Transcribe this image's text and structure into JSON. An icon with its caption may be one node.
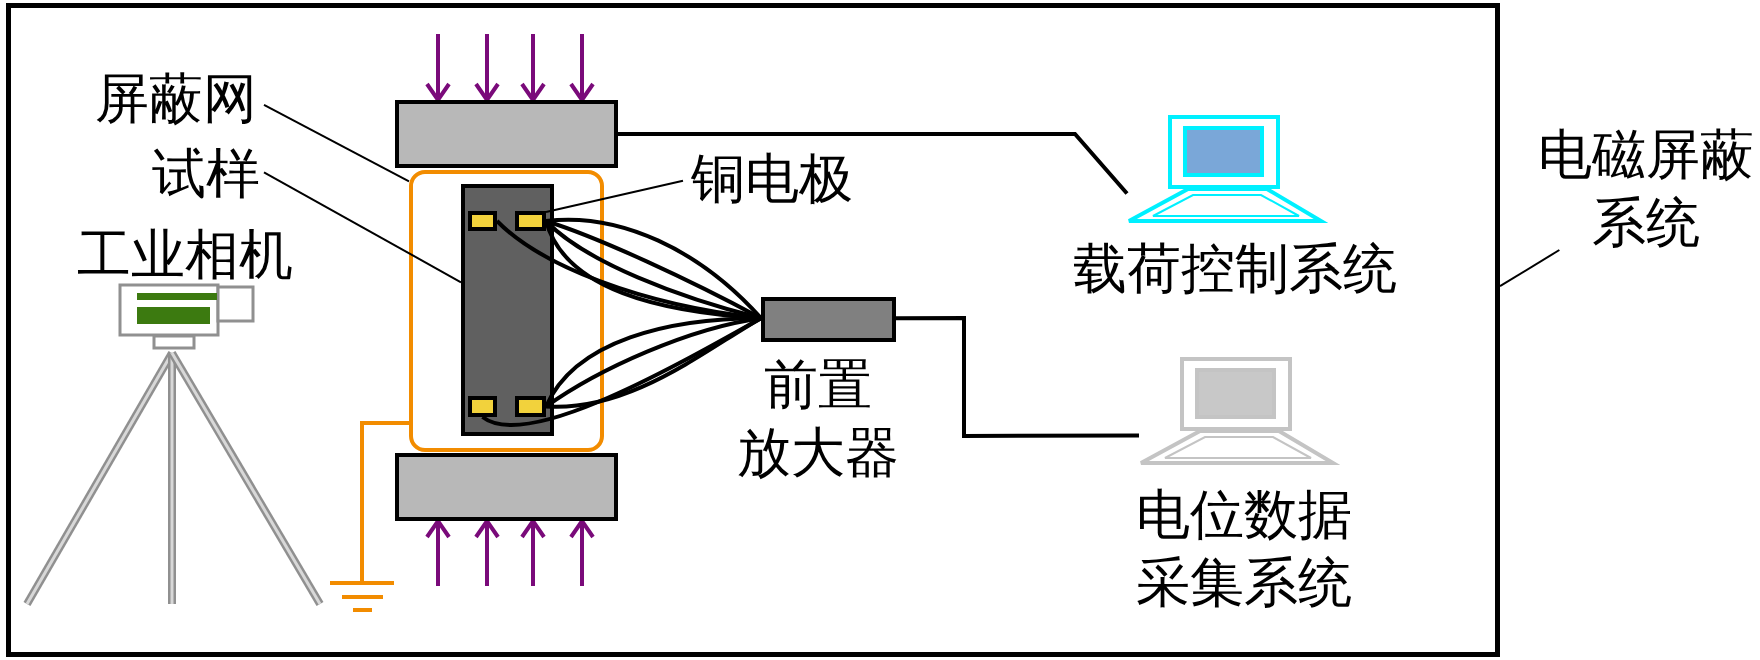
{
  "diagram": {
    "nodes": [
      {
        "text": [],
        "shape": "box"
      },
      {
        "text": [
          "电磁屏蔽系统"
        ]
      },
      {
        "text": [
          "屏蔽网"
        ],
        "in": 0
      },
      {
        "text": [],
        "shape": "box",
        "in": 0
      },
      {
        "text": [
          "试样"
        ],
        "in": 0
      },
      {
        "text": [],
        "shape": "bar",
        "in": 3
      },
      {
        "text": [],
        "shape": "picture",
        "beside": [
          "工业相机"
        ],
        "in": 0
      },
      {
        "text": [
          "铜电极"
        ],
        "in": 0
      },
      {
        "text": [],
        "shape": "box",
        "in": 5
      },
      {
        "text": [],
        "shape": "box",
        "in": 5
      },
      {
        "text": [],
        "shape": "box",
        "in": 5
      },
      {
        "text": [],
        "shape": "box",
        "in": 5
      },
      {
        "text": [],
        "shape": "box",
        "in": 0
      },
      {
        "text": [],
        "shape": "box",
        "in": 0
      },
      {
        "text": [],
        "shape": "box",
        "beside": [
          "前置放大器"
        ],
        "in": 0
      },
      {
        "text": [],
        "shape": "picture",
        "beside": [
          "载荷控制系统"
        ],
        "in": 0
      },
      {
        "text": [],
        "shape": "picture",
        "beside": [
          "电位数据采集系统"
        ],
        "in": 0
      }
    ],
    "edges": [
      {
        "from": 1,
        "to": 0,
        "arrow": "none"
      },
      {
        "from": 2,
        "to": 3,
        "arrow": "none"
      },
      {
        "from": 4,
        "to": 5,
        "arrow": "none"
      },
      {
        "from": 7,
        "to": 9,
        "arrow": "none"
      },
      {
        "from": 8,
        "to": 14,
        "arrow": "none"
      },
      {
        "from": 9,
        "to": 14,
        "arrow": "none"
      },
      {
        "from": 9,
        "to": 14,
        "arrow": "none"
      },
      {
        "from": 9,
        "to": 14,
        "arrow": "none"
      },
      {
        "from": 9,
        "to": 14,
        "arrow": "none"
      },
      {
        "from": 10,
        "to": 14,
        "arrow": "none"
      },
      {
        "from": 11,
        "to": 14,
        "arrow": "none"
      },
      {
        "from": 11,
        "to": 14,
        "arrow": "none"
      },
      {
        "from": 11,
        "to": 14,
        "arrow": "none"
      },
      {
        "from": 12,
        "to": 15,
        "arrow": "none"
      },
      {
        "from": 14,
        "to": 16,
        "arrow": "none"
      }
    ]
  }
}
